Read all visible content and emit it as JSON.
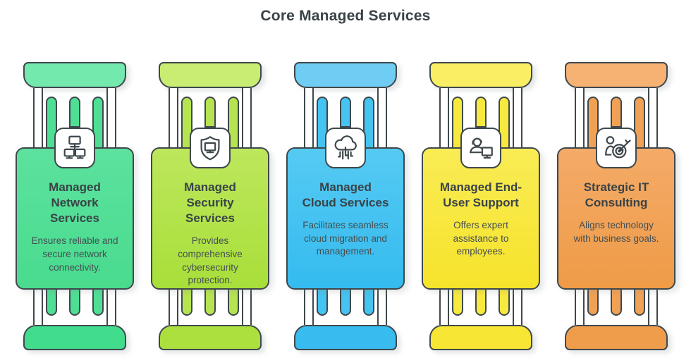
{
  "title": "Core Managed Services",
  "palette": {
    "outline": "#3F484C",
    "title_text": "#3A4347",
    "body_text": "#454E52",
    "background": "#FFFFFF"
  },
  "pillars": [
    {
      "id": "managed-network-services",
      "icon": "network-icon",
      "title": "Managed\nNetwork\nServices",
      "description": "Ensures reliable and\nsecure network\nconnectivity.",
      "colors": {
        "cap": "#73E9AE",
        "bar": "#4EDF94",
        "card_top": "#5CE29E",
        "card_bottom": "#49DB8E",
        "base": "#42DC8D"
      }
    },
    {
      "id": "managed-security-services",
      "icon": "shield-monitor-icon",
      "title": "Managed\nSecurity\nServices",
      "description": "Provides\ncomprehensive\ncybersecurity\nprotection.",
      "colors": {
        "cap": "#C8ED72",
        "bar": "#B6E450",
        "card_top": "#BDE75C",
        "card_bottom": "#A8DF3A",
        "base": "#ABE03E"
      }
    },
    {
      "id": "managed-cloud-services",
      "icon": "cloud-migration-icon",
      "title": "Managed\nCloud Services",
      "description": "Facilitates seamless\ncloud migration and\nmanagement.",
      "colors": {
        "cap": "#6FCDF4",
        "bar": "#45C3F1",
        "card_top": "#55CAF3",
        "card_bottom": "#35BBEF",
        "base": "#38BCEF"
      }
    },
    {
      "id": "managed-end-user-support",
      "icon": "support-agent-icon",
      "title": "Managed End-\nUser Support",
      "description": "Offers expert\nassistance to\nemployees.",
      "colors": {
        "cap": "#FAEF64",
        "bar": "#F8E93F",
        "card_top": "#F9EC55",
        "card_bottom": "#F6E32B",
        "base": "#F7E634"
      }
    },
    {
      "id": "strategic-it-consulting",
      "icon": "target-goal-icon",
      "title": "Strategic IT\nConsulting",
      "description": "Aligns technology\nwith business goals.",
      "colors": {
        "cap": "#F6B273",
        "bar": "#F1A156",
        "card_top": "#F4AB68",
        "card_bottom": "#EF9B47",
        "base": "#F09D4B"
      }
    }
  ]
}
